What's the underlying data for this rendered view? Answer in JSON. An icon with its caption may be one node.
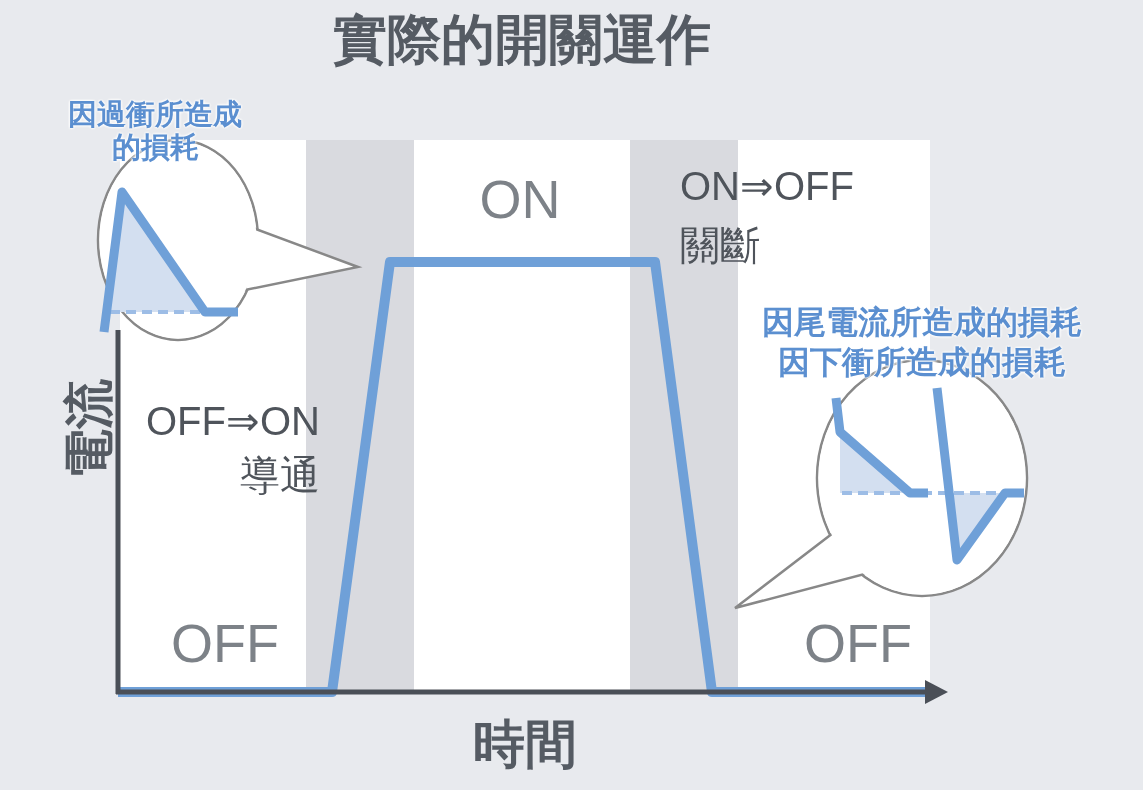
{
  "diagram": {
    "title": "實際的開關運作",
    "labels": [
      "因過衝所造成的損耗",
      "ON",
      "ON⇒OFF",
      "關斷",
      "因尾電流所造成的損耗",
      "因下衝所造成的損耗",
      "電流",
      "OFF⇒ON",
      "導通",
      "OFF",
      "OFF",
      "時間"
    ]
  }
}
